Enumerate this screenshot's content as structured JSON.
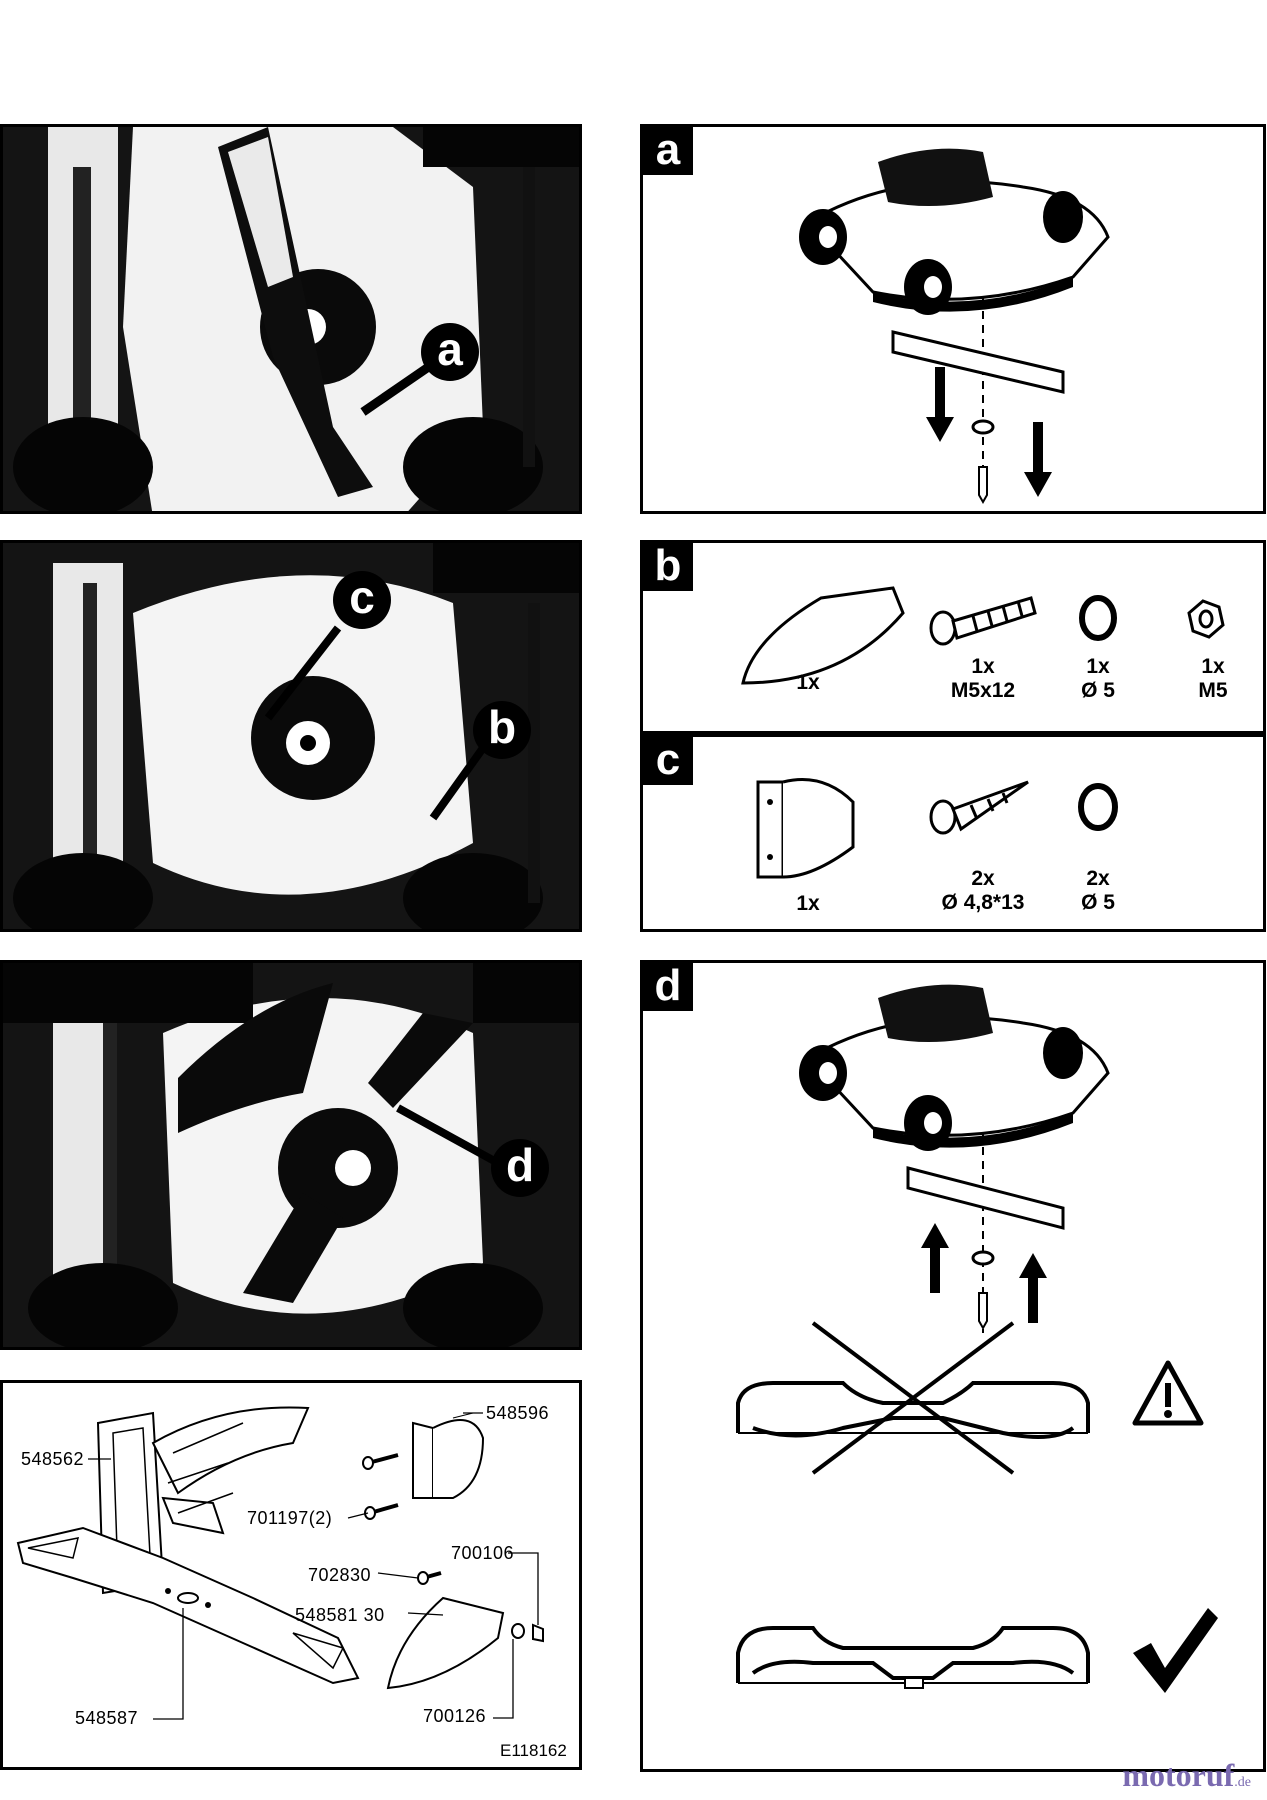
{
  "photo_callouts": {
    "a": "a",
    "b": "b",
    "c": "c",
    "d": "d"
  },
  "panel_a": {
    "letter": "a"
  },
  "panel_b": {
    "letter": "b",
    "items": [
      {
        "qty": "1x",
        "spec": ""
      },
      {
        "qty": "1x",
        "spec": "M5x12"
      },
      {
        "qty": "1x",
        "spec": "Ø 5"
      },
      {
        "qty": "1x",
        "spec": "M5"
      }
    ]
  },
  "panel_c": {
    "letter": "c",
    "items": [
      {
        "qty": "1x",
        "spec": ""
      },
      {
        "qty": "2x",
        "spec": "Ø 4,8*13"
      },
      {
        "qty": "2x",
        "spec": "Ø 5"
      }
    ]
  },
  "panel_d": {
    "letter": "d",
    "icons": [
      "warning-triangle-icon",
      "checkmark-icon"
    ]
  },
  "parts": {
    "p548562": "548562",
    "p548596": "548596",
    "p701197": "701197(2)",
    "p700106": "700106",
    "p702830": "702830",
    "p548581": "548581 30",
    "p548587": "548587",
    "p700126": "700126",
    "drawing_ref": "E118162"
  },
  "brand": {
    "name": "motoruf",
    "tld": ".de",
    "color": "#7a6ab0"
  }
}
